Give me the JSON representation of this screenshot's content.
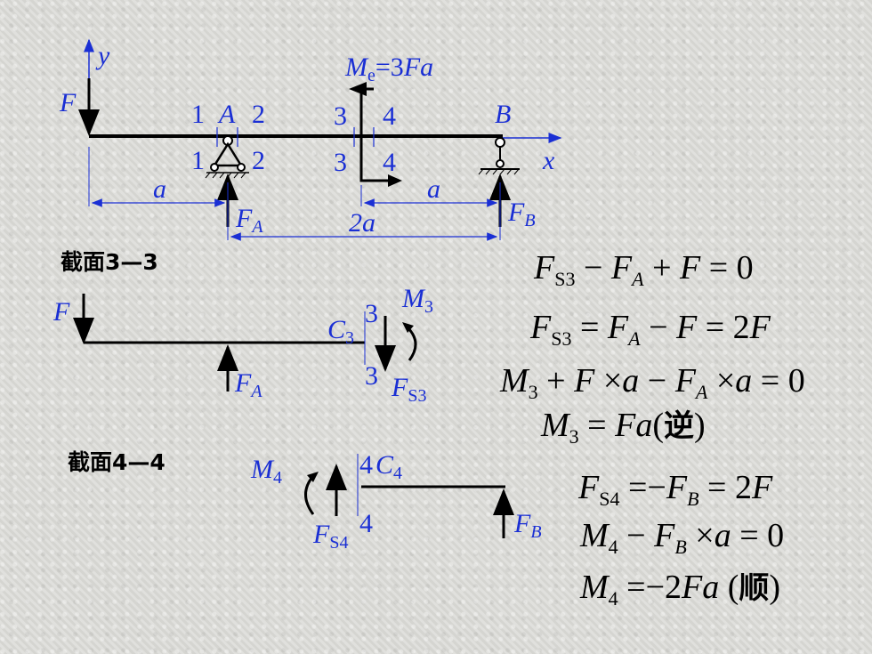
{
  "top_beam": {
    "y_axis": "y",
    "x_axis": "x",
    "load_F": "F",
    "moment_M": "M",
    "moment_sub": "e",
    "moment_value": "=3",
    "moment_Fa": "Fa",
    "point_A": "A",
    "point_B": "B",
    "sec1": "1",
    "sec2": "2",
    "sec3": "3",
    "sec4": "4",
    "dim_a": "a",
    "dim_2a": "2a",
    "reaction_F": "F",
    "sub_A": "A",
    "sub_B": "B"
  },
  "section33": {
    "title_prefix": "截面",
    "title_num": "3—3",
    "F": "F",
    "C": "C",
    "C_sub": "3",
    "num": "3",
    "M": "M",
    "M_sub": "3",
    "FS": "F",
    "FS_sub": "S3",
    "FA": "F",
    "FA_sub": "A"
  },
  "section44": {
    "title_prefix": "截面",
    "title_num": "4—4",
    "M": "M",
    "M_sub": "4",
    "num": "4",
    "C": "C",
    "C_sub": "4",
    "FS": "F",
    "FS_sub": "S4",
    "FB": "F",
    "FB_sub": "B"
  },
  "equations": {
    "eq1": "F_S3 − F_A + F = 0",
    "eq2": "F_S3 = F_A − F = 2F",
    "eq3": "M_3 + F × a − F_A × a = 0",
    "eq4": "M_3 = Fa(逆)",
    "eq5": "F_S4 = −F_B = 2F",
    "eq6": "M_4 − F_B × a = 0",
    "eq7": "M_4 = −2Fa (顺)"
  },
  "eq_parts": {
    "F": "F",
    "S3": "S3",
    "S4": "S4",
    "A": "A",
    "B": "B",
    "M": "M",
    "s3": "3",
    "s4": "4",
    "a": "a",
    "minus": "−",
    "plus": "+",
    "eq": "=",
    "times": "×",
    "zero": "0",
    "two": "2",
    "lp": "(",
    "rp": ")",
    "ni": "逆",
    "shun": "顺"
  },
  "colors": {
    "blue": "#1a2fd4",
    "black": "#000000"
  }
}
